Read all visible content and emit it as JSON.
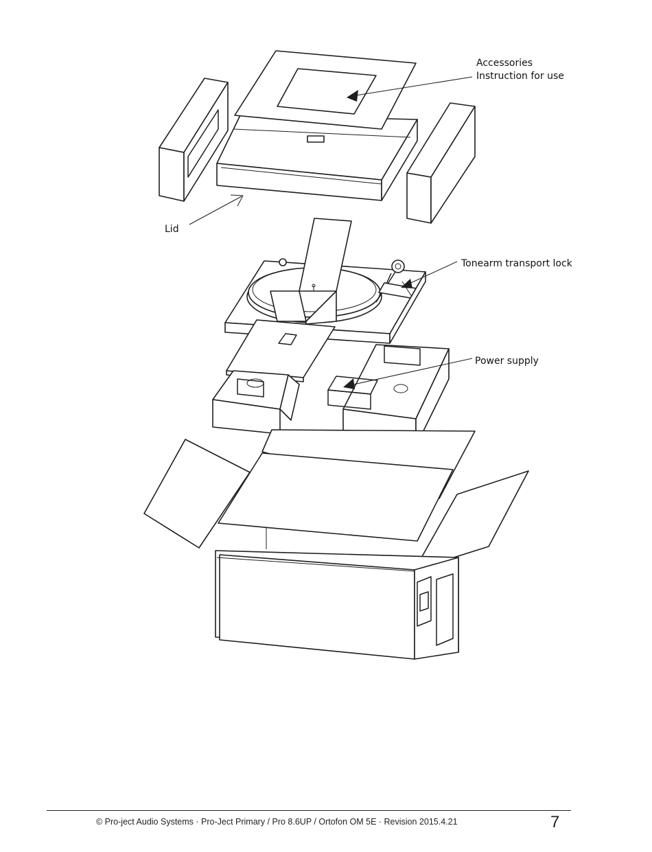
{
  "labels": {
    "accessories": "Accessories",
    "instruction": "Instruction for use",
    "lid": "Lid",
    "tonearm_lock": "Tonearm transport lock",
    "power_supply": "Power supply"
  },
  "footer": {
    "text": "© Pro-ject Audio Systems · Pro-Ject Primary  / Pro 8.6UP / Ortofon OM 5E · Revision 2015.4.21",
    "page_number": "7"
  }
}
